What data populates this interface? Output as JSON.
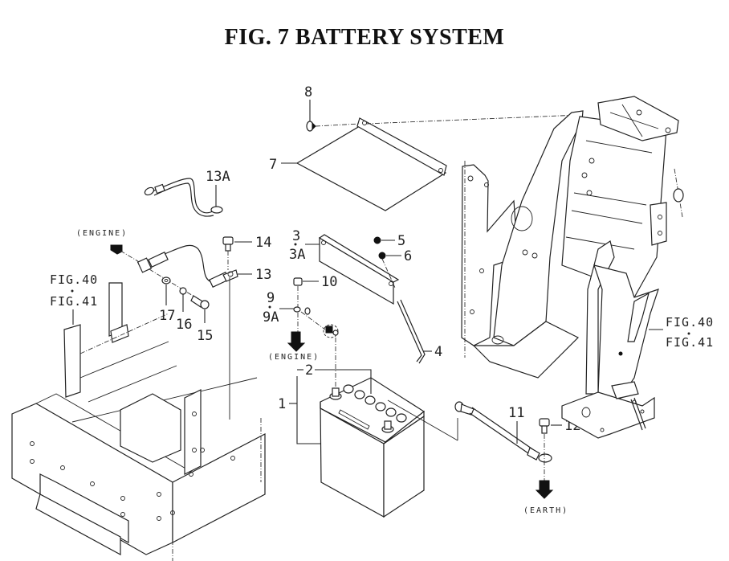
{
  "figure": {
    "title": "FIG. 7  BATTERY SYSTEM"
  },
  "callouts": {
    "p1": "1",
    "p2": "2",
    "p3": "3",
    "p3a": "3A",
    "p4": "4",
    "p5": "5",
    "p6": "6",
    "p7": "7",
    "p8": "8",
    "p9": "9",
    "p9a": "9A",
    "p10": "10",
    "p11": "11",
    "p12": "12",
    "p13": "13",
    "p13a": "13A",
    "p14": "14",
    "p15": "15",
    "p16": "16",
    "p17": "17"
  },
  "references": {
    "left_fig_a": "FIG.40",
    "left_fig_b": "FIG.41",
    "right_fig_a": "FIG.40",
    "right_fig_b": "FIG.41"
  },
  "notes": {
    "engine_top": "(ENGINE)",
    "engine_mid": "(ENGINE)",
    "earth": "(EARTH)"
  }
}
